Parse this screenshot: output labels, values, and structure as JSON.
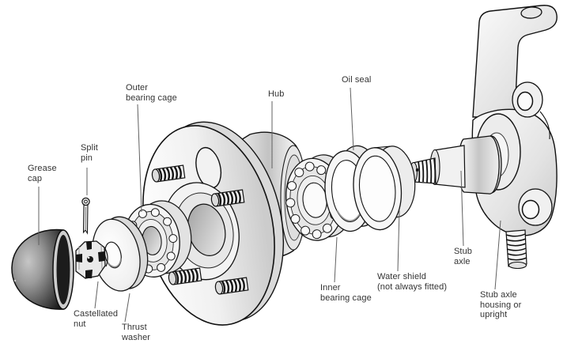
{
  "diagram": {
    "type": "exploded-parts-diagram",
    "colors": {
      "background": "#ffffff",
      "ink": "#1a1a1a",
      "leader_line": "#606060",
      "label_text": "#333333",
      "grease_cap_dark": "#0d0d0d"
    },
    "parts": [
      {
        "id": "grease-cap",
        "label": "Grease\ncap"
      },
      {
        "id": "split-pin",
        "label": "Split\npin"
      },
      {
        "id": "castellated-nut",
        "label": "Castellated\nnut"
      },
      {
        "id": "thrust-washer",
        "label": "Thrust\nwasher"
      },
      {
        "id": "outer-bearing-cage",
        "label": "Outer\nbearing cage"
      },
      {
        "id": "hub",
        "label": "Hub"
      },
      {
        "id": "inner-bearing-cage",
        "label": "Inner\nbearing cage"
      },
      {
        "id": "oil-seal",
        "label": "Oil seal"
      },
      {
        "id": "water-shield",
        "label": "Water shield\n(not always fitted)"
      },
      {
        "id": "stub-axle",
        "label": "Stub\naxle"
      },
      {
        "id": "stub-axle-housing",
        "label": "Stub axle\nhousing or\nupright"
      }
    ]
  }
}
